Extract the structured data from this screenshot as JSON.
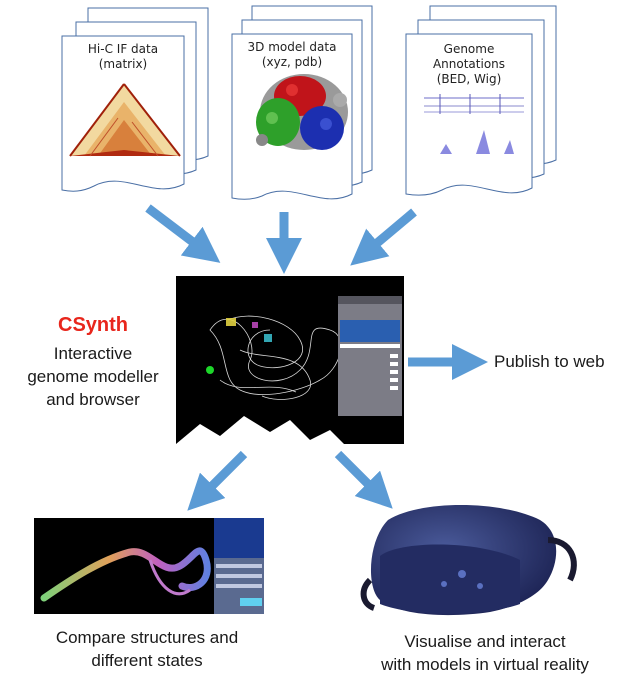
{
  "documents": [
    {
      "title": "Hi-C IF data",
      "subtitle": "(matrix)"
    },
    {
      "title": "3D model data",
      "subtitle": "(xyz, pdb)"
    },
    {
      "title": "Genome Annotations",
      "subtitle": "(BED, Wig)"
    }
  ],
  "center": {
    "title": "CSynth",
    "lines": [
      "Interactive",
      "genome modeller",
      "and browser"
    ]
  },
  "outputs": {
    "publish": "Publish to web",
    "compare_line1": "Compare structures and",
    "compare_line2": "different states",
    "vr_line1": "Visualise and interact",
    "vr_line2": "with models in virtual reality"
  },
  "colors": {
    "arrow": "#5b9bd5",
    "title_red": "#e8261c",
    "doc_border": "#4a6fa5"
  }
}
